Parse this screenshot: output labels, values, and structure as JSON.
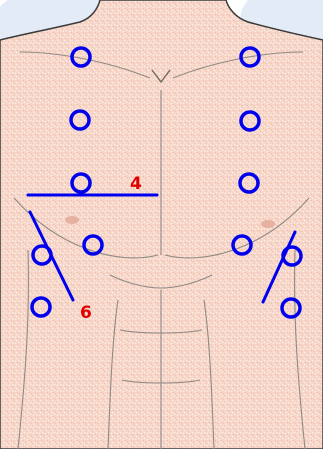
{
  "diagram": {
    "labels": {
      "line_4": "4",
      "line_6": "6"
    },
    "colors": {
      "background": "#ffffff",
      "watermark": "#e3ebf6",
      "skin": "#f7d7c9",
      "skin_texture": "#fff4ee",
      "skin_texture_dark": "#e8bca8",
      "outline": "#3a3a3a",
      "muscle_line": "#8f8a86",
      "marker": "#0000ee",
      "label": "#e00000"
    },
    "markers": {
      "left_column_count": 6,
      "right_column_count": 6
    }
  }
}
